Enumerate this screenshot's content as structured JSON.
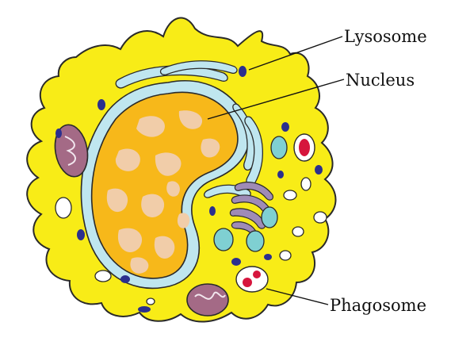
{
  "labels": {
    "lysosome": "Lysosome",
    "nucleus": "Nucleus",
    "phagosome": "Phagosome"
  },
  "colors": {
    "cytoplasm": "#f8ec17",
    "nucleus_fill": "#f7b81a",
    "chromatin": "#f1cda9",
    "envelope": "#bfe6ef",
    "mitochondria": "#a46a86",
    "vesicle_cyan": "#7fd0d2",
    "lysosome_dots": "#2b2f8e",
    "phagosome_particle": "#d6153d",
    "golgi": "#9f8bb6",
    "outline": "#2a2a2a"
  }
}
